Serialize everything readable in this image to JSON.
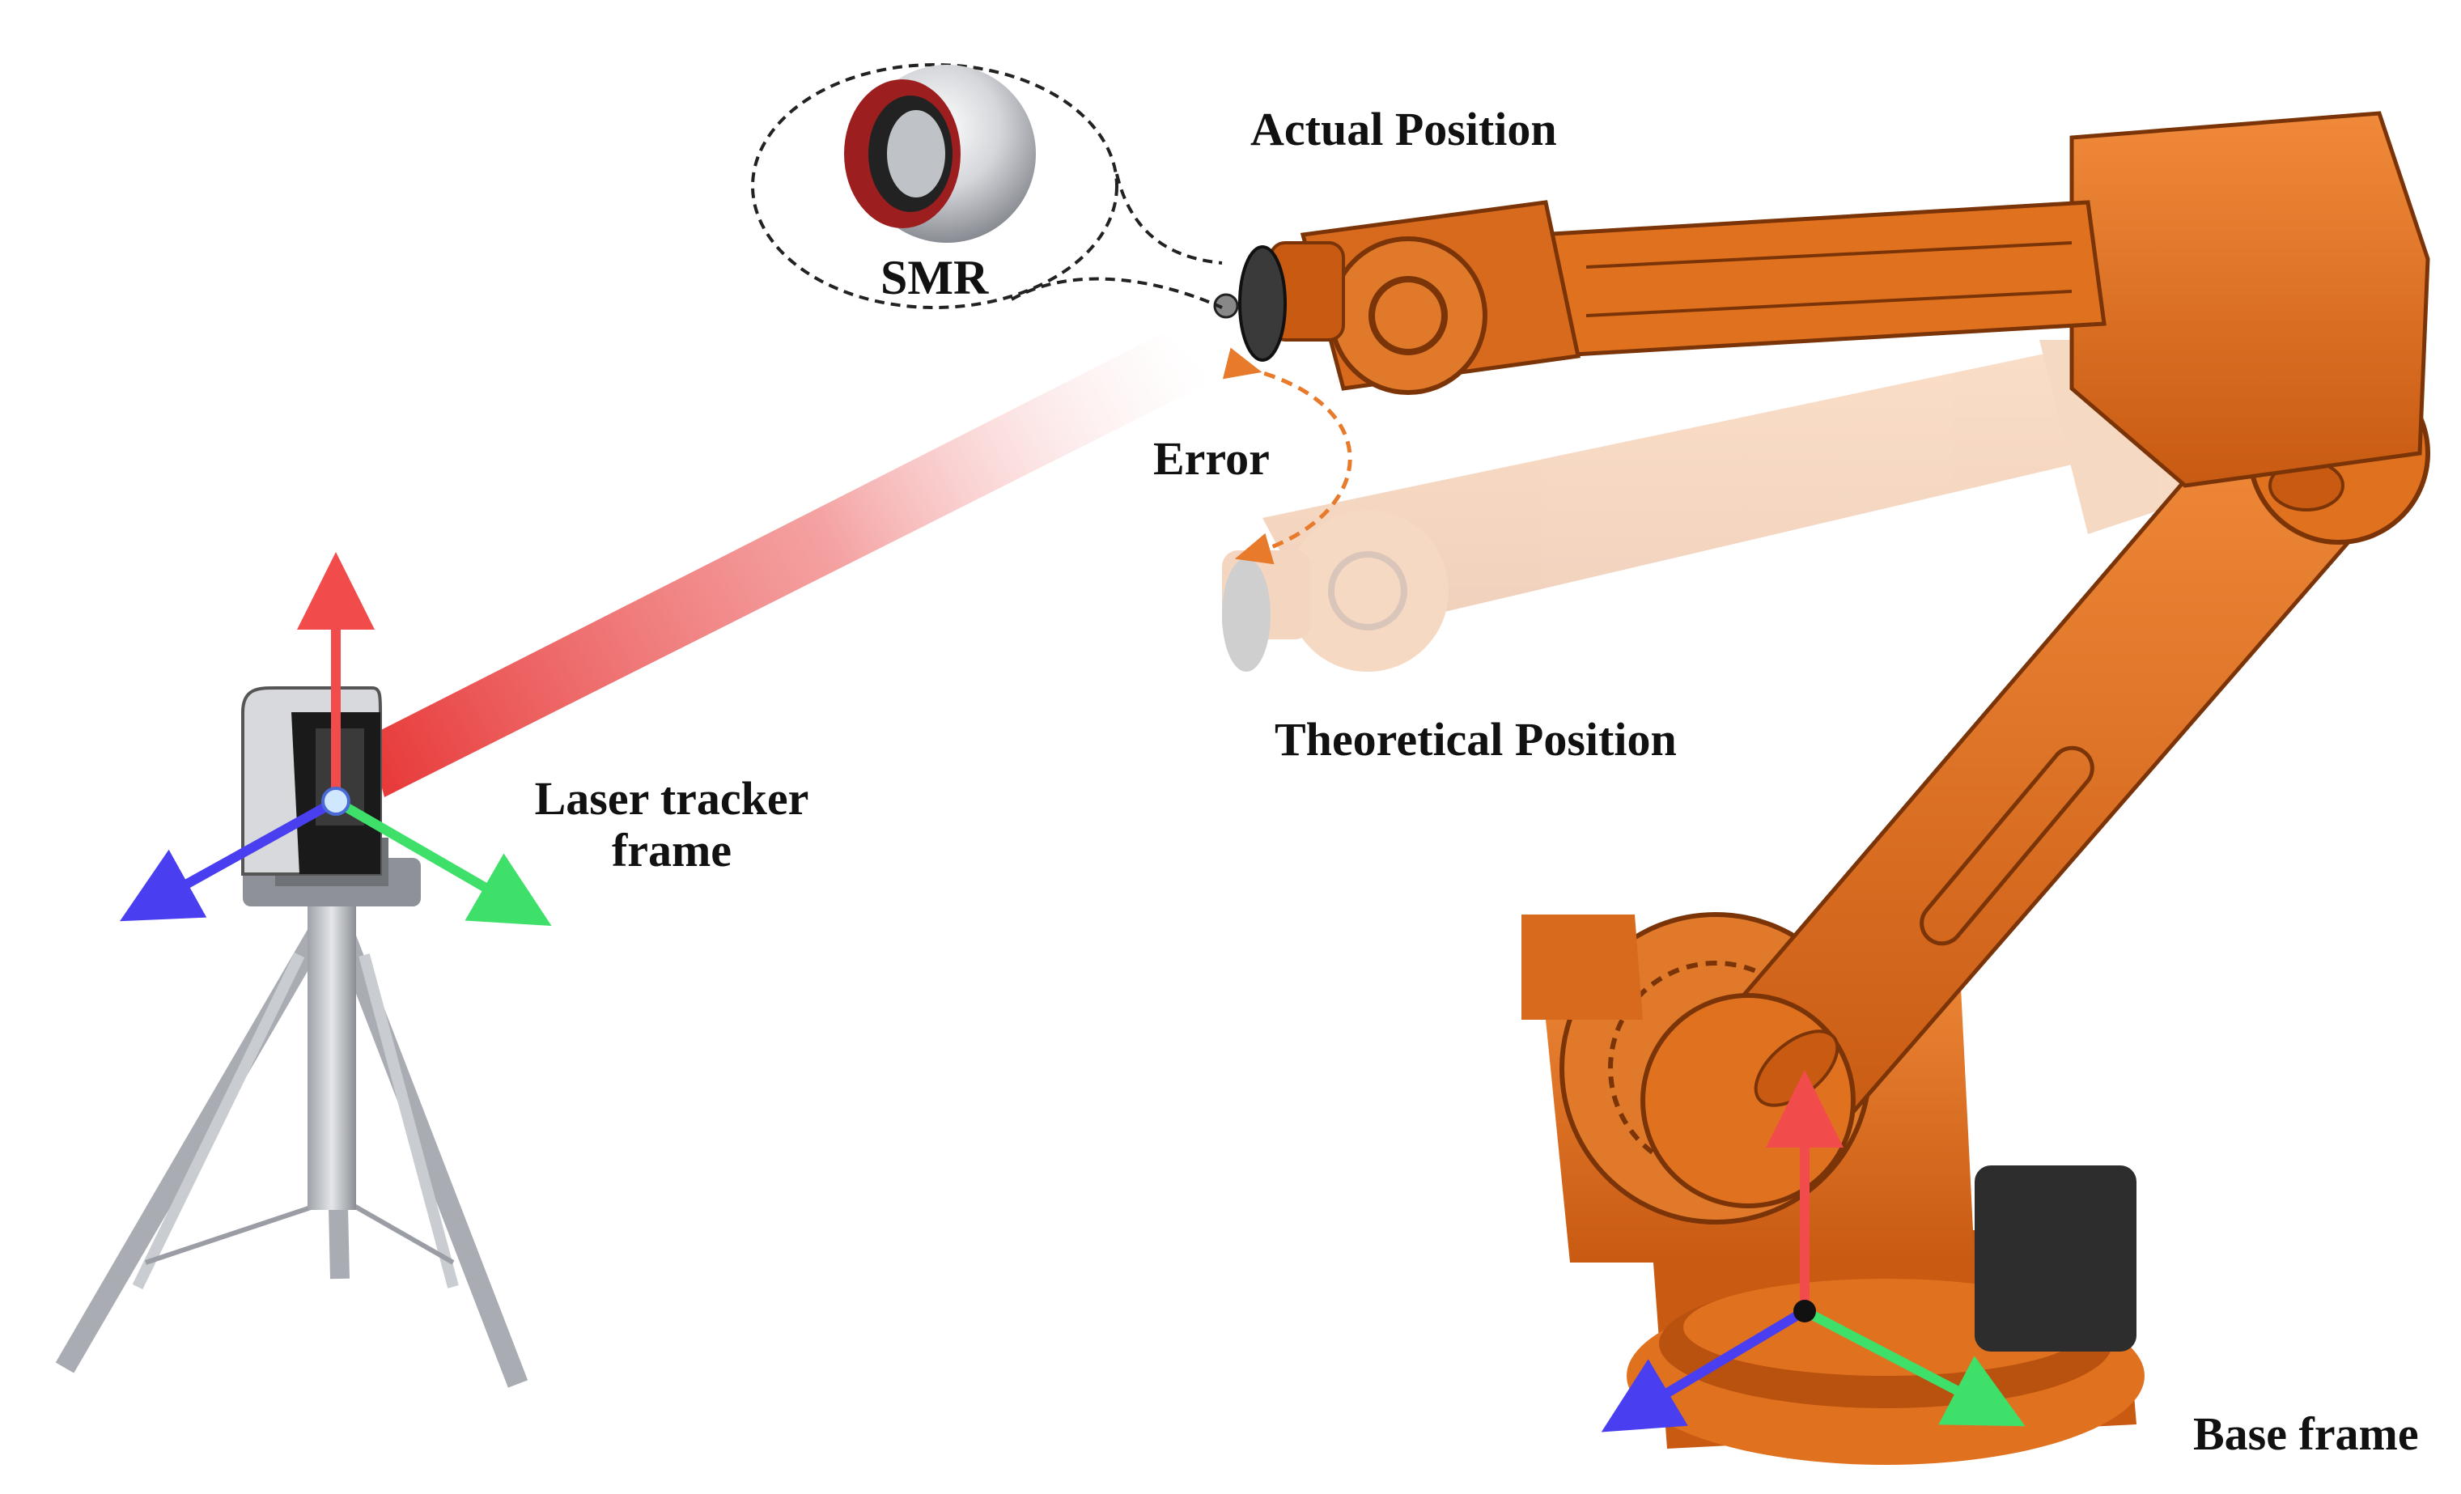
{
  "labels": {
    "actual_position": "Actual Position",
    "smr": "SMR",
    "error": "Error",
    "theoretical_position": "Theoretical Position",
    "laser_tracker_line1": "Laser tracker",
    "laser_tracker_line2": "frame",
    "base_frame": "Base frame"
  },
  "colors": {
    "robot_orange": "#e0711f",
    "robot_dark": "#7a3408",
    "laser_red": "#e83a3a",
    "axis_red": "#f24b4b",
    "axis_green": "#3fe06a",
    "axis_blue": "#4a3ff0",
    "error_arrow": "#e87a2c",
    "tripod_gray": "#b8bcc2"
  }
}
